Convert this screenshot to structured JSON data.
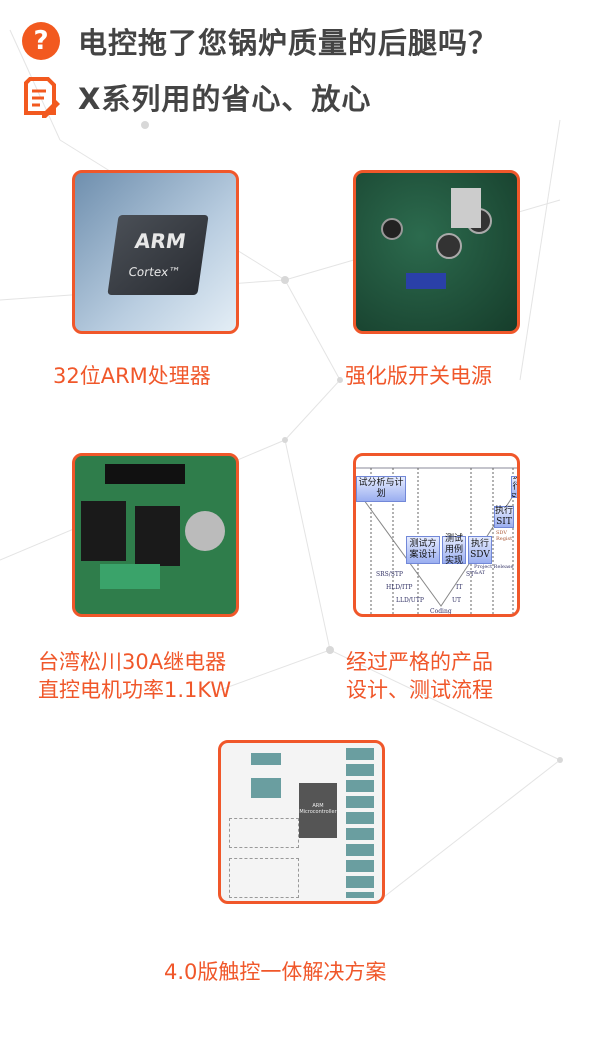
{
  "header": {
    "question": "电控拖了您锅炉质量的后腿吗？",
    "answer": "X系列用的省心、放心",
    "question_icon": "?"
  },
  "features": [
    {
      "label": "32位ARM处理器",
      "image": "arm-chip",
      "image_text": [
        "ARM",
        "Cortex™"
      ]
    },
    {
      "label": "强化版开关电源",
      "image": "power-board"
    },
    {
      "label": "台湾松川30A继电器",
      "label2": "直控电机功率1.1KW",
      "image": "relay-board"
    },
    {
      "label": "经过严格的产品",
      "label2": "设计、测试流程",
      "image": "v-model-diagram",
      "image_text": [
        "试分析与计划",
        "测试方案设计",
        "测试用例实现",
        "执行SDV",
        "执行SIT",
        "执行SV",
        "SRS/STP",
        "HLD/ITP",
        "LLD/UTP",
        "Coding",
        "UT",
        "IT",
        "ST",
        "Project Release &AT",
        "SDV Regist"
      ]
    },
    {
      "label": "4.0版触控一体解决方案",
      "image": "block-diagram",
      "image_text": [
        "ARM Microcontroller"
      ]
    }
  ],
  "colors": {
    "accent": "#f0572a",
    "heading": "#444444"
  }
}
